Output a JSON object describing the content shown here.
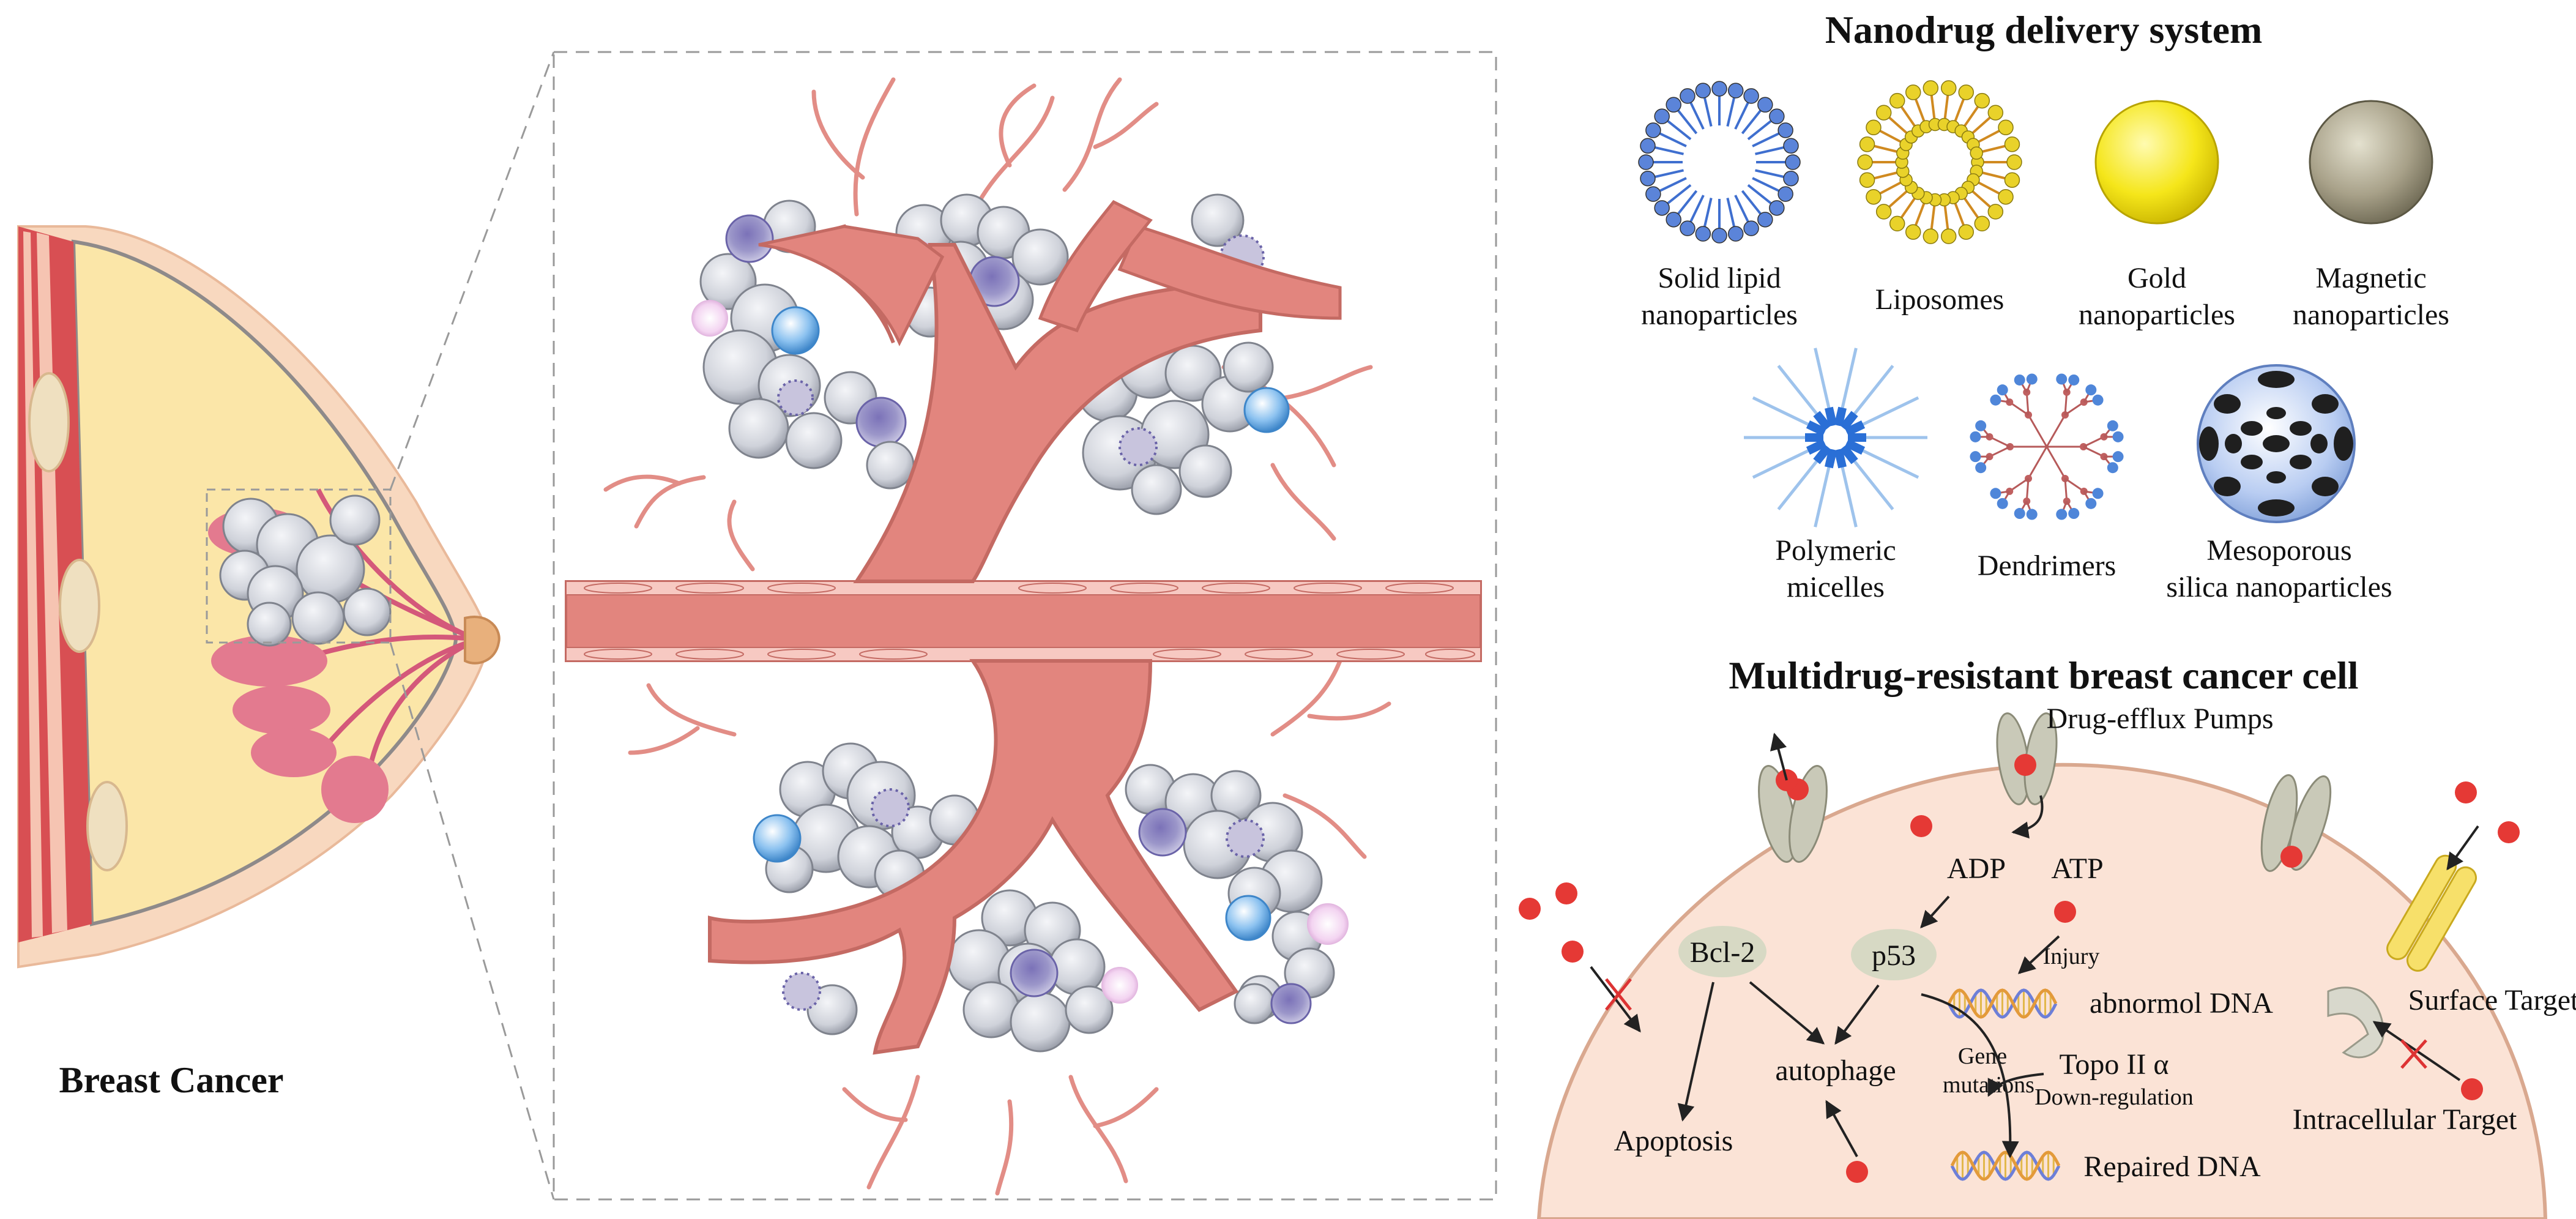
{
  "left_panel": {
    "title": "Breast Cancer"
  },
  "nanodrug": {
    "title": "Nanodrug delivery system",
    "items": [
      {
        "line1": "Solid lipid",
        "line2": "nanoparticles"
      },
      {
        "line1": "Liposomes",
        "line2": ""
      },
      {
        "line1": "Gold",
        "line2": "nanoparticles"
      },
      {
        "line1": "Magnetic",
        "line2": "nanoparticles"
      },
      {
        "line1": "Polymeric",
        "line2": "micelles"
      },
      {
        "line1": "Dendrimers",
        "line2": ""
      },
      {
        "line1": "Mesoporous",
        "line2": "silica nanoparticles"
      }
    ]
  },
  "cell": {
    "title": "Multidrug-resistant breast cancer cell",
    "labels": {
      "pumps": "Drug-efflux Pumps",
      "adp": "ADP",
      "atp": "ATP",
      "bcl2": "Bcl-2",
      "p53": "p53",
      "injury": "Injury",
      "abnormal_dna": "abnormol DNA",
      "surface_target": "Surface Target",
      "autophage": "autophage",
      "gene": "Gene",
      "mutations": "mutations",
      "topo": "Topo II α",
      "down_regulation": "Down-regulation",
      "intracellular_target": "Intracellular Target",
      "apoptosis": "Apoptosis",
      "repaired_dna": "Repaired DNA"
    }
  },
  "colors": {
    "vessel": "#e2857e",
    "vessel_wall": "#f7c9c2",
    "cell_membrane": "#fbe3d6",
    "drug": "#e53935",
    "tumor_cell": "#d7d9df",
    "skin": "#f8d8bf",
    "fat": "#fbe6a8"
  }
}
